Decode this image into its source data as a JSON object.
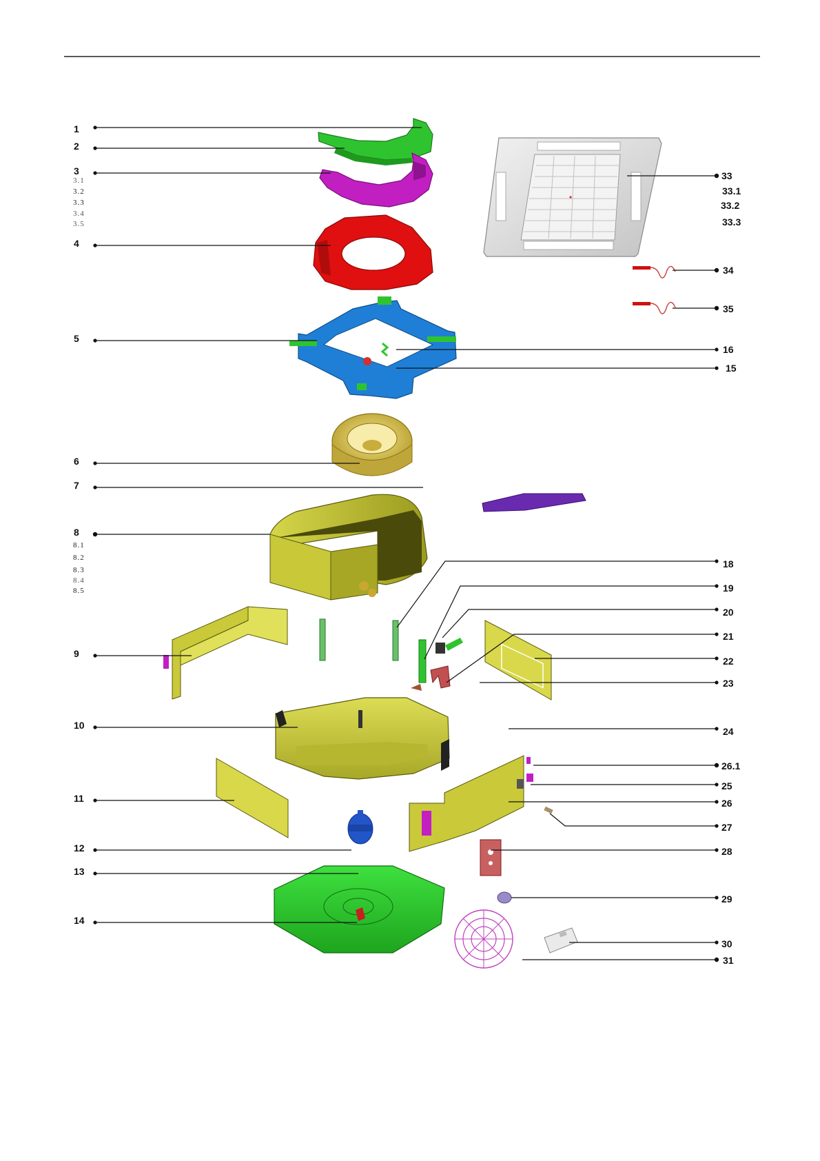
{
  "left_callouts": [
    {
      "id": "1",
      "subs": []
    },
    {
      "id": "2",
      "subs": []
    },
    {
      "id": "3",
      "subs": [
        "3.1",
        "3.2",
        "3.3",
        "3.4",
        "3.5"
      ]
    },
    {
      "id": "4",
      "subs": []
    },
    {
      "id": "5",
      "subs": []
    },
    {
      "id": "6",
      "subs": []
    },
    {
      "id": "7",
      "subs": []
    },
    {
      "id": "8",
      "subs": [
        "8.1",
        "8.2",
        "8.3",
        "8.4",
        "8.5"
      ]
    },
    {
      "id": "9",
      "subs": []
    },
    {
      "id": "10",
      "subs": []
    },
    {
      "id": "11",
      "subs": []
    },
    {
      "id": "12",
      "subs": []
    },
    {
      "id": "13",
      "subs": []
    },
    {
      "id": "14",
      "subs": []
    }
  ],
  "right_callouts": [
    {
      "id": "33",
      "subs": [
        "33.1",
        "33.2",
        "33.3"
      ]
    },
    {
      "id": "34",
      "subs": []
    },
    {
      "id": "35",
      "subs": []
    },
    {
      "id": "16",
      "subs": []
    },
    {
      "id": "15",
      "subs": []
    },
    {
      "id": "18",
      "subs": []
    },
    {
      "id": "19",
      "subs": []
    },
    {
      "id": "20",
      "subs": []
    },
    {
      "id": "21",
      "subs": []
    },
    {
      "id": "22",
      "subs": []
    },
    {
      "id": "23",
      "subs": []
    },
    {
      "id": "24",
      "subs": []
    },
    {
      "id": "26.1",
      "subs": []
    },
    {
      "id": "25",
      "subs": []
    },
    {
      "id": "26",
      "subs": []
    },
    {
      "id": "27",
      "subs": []
    },
    {
      "id": "28",
      "subs": []
    },
    {
      "id": "29",
      "subs": []
    },
    {
      "id": "30",
      "subs": []
    },
    {
      "id": "31",
      "subs": []
    }
  ],
  "colors": {
    "green": "#2fc42f",
    "magenta": "#c21fc2",
    "red": "#e01010",
    "blue": "#1f7fd6",
    "gold": "#d8c34a",
    "olive": "#c9c93a",
    "dark_olive": "#5a5a10",
    "panel_gray": "#d9d9d9",
    "purple": "#6a2ab0",
    "pink_red": "#c25050",
    "leader": "#111111"
  }
}
